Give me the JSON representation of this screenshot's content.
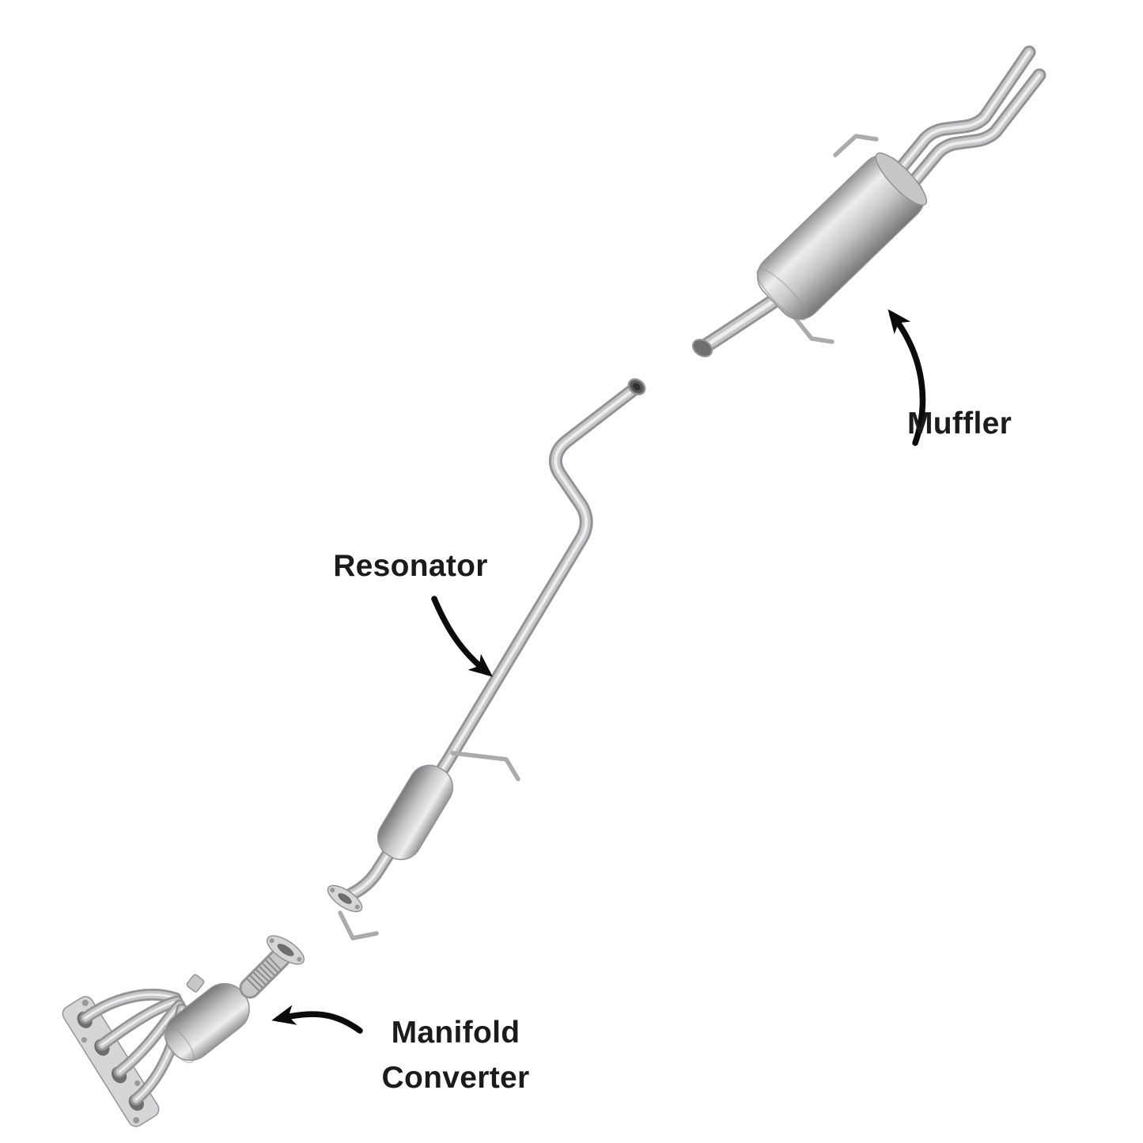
{
  "diagram": {
    "labels": {
      "muffler": "Muffler",
      "resonator": "Resonator",
      "manifold_converter": {
        "line1": "Manifold",
        "line2": "Converter"
      }
    },
    "colors": {
      "text": "#1b1b1d",
      "arrow": "#0b0b0b",
      "metal_light": "#ededef",
      "metal_mid": "#c7c7ca",
      "metal_dark": "#939396",
      "metal_deep": "#77777a"
    }
  }
}
